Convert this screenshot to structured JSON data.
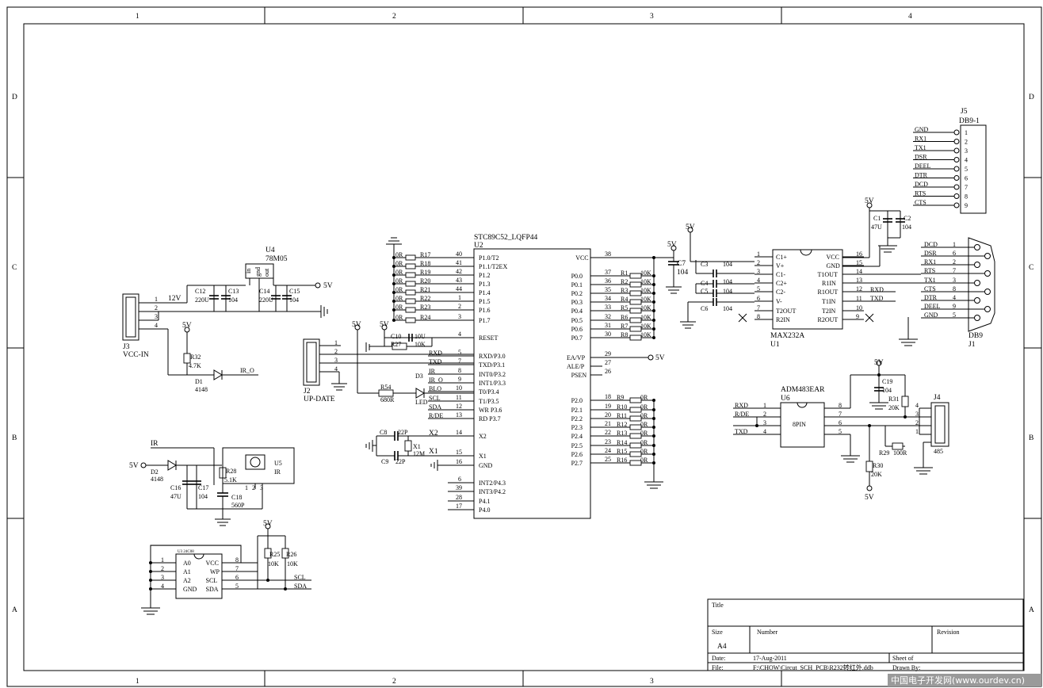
{
  "frame": {
    "columns": [
      "1",
      "2",
      "3",
      "4"
    ],
    "rows": [
      "D",
      "C",
      "B",
      "A"
    ]
  },
  "title_block": {
    "title_label": "Title",
    "size_label": "Size",
    "size_value": "A4",
    "number_label": "Number",
    "revision_label": "Revision",
    "date_label": "Date:",
    "date_value": "17-Aug-2011",
    "sheet_label": "Sheet   of",
    "file_label": "File:",
    "file_value": "F:\\CHOW\\Circut_SCH_PCB\\R232转红外.ddb",
    "drawn_label": "Drawn By:"
  },
  "watermark": "中国电子开发网(www.ourdev.cn)",
  "mcu": {
    "ref": "U2",
    "part": "STC89C52_LQFP44",
    "left_pins": [
      {
        "num": "40",
        "name": "P1.0/T2"
      },
      {
        "num": "41",
        "name": "P1.1/T2EX"
      },
      {
        "num": "42",
        "name": "P1.2"
      },
      {
        "num": "43",
        "name": "P1.3"
      },
      {
        "num": "44",
        "name": "P1.4"
      },
      {
        "num": "1",
        "name": "P1.5"
      },
      {
        "num": "2",
        "name": "P1.6"
      },
      {
        "num": "3",
        "name": "P1.7"
      },
      {
        "num": "4",
        "name": "RESET"
      },
      {
        "num": "5",
        "name": "RXD/P3.0"
      },
      {
        "num": "7",
        "name": "TXD/P3.1"
      },
      {
        "num": "8",
        "name": "INT0/P3.2"
      },
      {
        "num": "9",
        "name": "INT1/P3.3"
      },
      {
        "num": "10",
        "name": "T0/P3.4"
      },
      {
        "num": "11",
        "name": "T1/P3.5"
      },
      {
        "num": "12",
        "name": "WR P3.6"
      },
      {
        "num": "13",
        "name": "RD P3.7"
      },
      {
        "num": "14",
        "name": "X2"
      },
      {
        "num": "15",
        "name": "X1"
      },
      {
        "num": "16",
        "name": "GND"
      },
      {
        "num": "6",
        "name": "INT2/P4.3"
      },
      {
        "num": "39",
        "name": "INT3/P4.2"
      },
      {
        "num": "28",
        "name": "P4.1"
      },
      {
        "num": "17",
        "name": "P4.0"
      }
    ],
    "right_pins": [
      {
        "num": "38",
        "name": "VCC"
      },
      {
        "num": "37",
        "name": "P0.0"
      },
      {
        "num": "36",
        "name": "P0.1"
      },
      {
        "num": "35",
        "name": "P0.2"
      },
      {
        "num": "34",
        "name": "P0.3"
      },
      {
        "num": "33",
        "name": "P0.4"
      },
      {
        "num": "32",
        "name": "P0.5"
      },
      {
        "num": "31",
        "name": "P0.6"
      },
      {
        "num": "30",
        "name": "P0.7"
      },
      {
        "num": "29",
        "name": "EA/VP"
      },
      {
        "num": "27",
        "name": "ALE/P"
      },
      {
        "num": "26",
        "name": "PSEN"
      },
      {
        "num": "18",
        "name": "P2.0"
      },
      {
        "num": "19",
        "name": "P2.1"
      },
      {
        "num": "20",
        "name": "P2.2"
      },
      {
        "num": "21",
        "name": "P2.3"
      },
      {
        "num": "22",
        "name": "P2.4"
      },
      {
        "num": "23",
        "name": "P2.5"
      },
      {
        "num": "24",
        "name": "P2.6"
      },
      {
        "num": "25",
        "name": "P2.7"
      }
    ],
    "p1_resistors": [
      {
        "ref": "R17",
        "val": "0R"
      },
      {
        "ref": "R18",
        "val": "0R"
      },
      {
        "ref": "R19",
        "val": "0R"
      },
      {
        "ref": "R20",
        "val": "0R"
      },
      {
        "ref": "R21",
        "val": "0R"
      },
      {
        "ref": "R22",
        "val": "0R"
      },
      {
        "ref": "R23",
        "val": "0R"
      },
      {
        "ref": "R24",
        "val": "0R"
      }
    ],
    "p0_resistors": [
      {
        "ref": "R1",
        "val": "10K"
      },
      {
        "ref": "R2",
        "val": "10K"
      },
      {
        "ref": "R3",
        "val": "10K"
      },
      {
        "ref": "R4",
        "val": "10K"
      },
      {
        "ref": "R5",
        "val": "10K"
      },
      {
        "ref": "R6",
        "val": "10K"
      },
      {
        "ref": "R7",
        "val": "10K"
      },
      {
        "ref": "R8",
        "val": "10K"
      }
    ],
    "p2_resistors": [
      {
        "ref": "R9",
        "val": "0R"
      },
      {
        "ref": "R10",
        "val": "0R"
      },
      {
        "ref": "R11",
        "val": "0R"
      },
      {
        "ref": "R12",
        "val": "0R"
      },
      {
        "ref": "R13",
        "val": "0R"
      },
      {
        "ref": "R14",
        "val": "0R"
      },
      {
        "ref": "R15",
        "val": "0R"
      },
      {
        "ref": "R16",
        "val": "0R"
      }
    ],
    "p3_nets": [
      "RXD",
      "TXD",
      "IR",
      "IR_O",
      "BLO",
      "SCL",
      "SDA",
      "R/DE"
    ],
    "vcc_label": "5V",
    "c7": {
      "ref": "C7",
      "val": "104"
    },
    "ea_5v": "5V",
    "x2_label": "X2",
    "x1_label": "X1"
  },
  "reset": {
    "c10_ref": "C10",
    "c10_val": "10U",
    "r27_ref": "R27",
    "r27_val": "10K",
    "v1": "5V",
    "v2": "5V"
  },
  "led": {
    "d3_ref": "D3",
    "d3_val": "LED",
    "r54_ref": "R54",
    "r54_val": "680R"
  },
  "crystal": {
    "c8_ref": "C8",
    "c8_val": "22P",
    "c9_ref": "C9",
    "c9_val": "22P",
    "x_ref": "X1",
    "x_val": "12M"
  },
  "j2": {
    "ref": "J2",
    "name": "UP-DATE",
    "pins": [
      "1",
      "2",
      "3",
      "4"
    ]
  },
  "power": {
    "u4_ref": "U4",
    "u4_val": "78M05",
    "u4_pins": [
      "in",
      "gnd",
      "out"
    ],
    "c12_ref": "C12",
    "c12_val": "220U",
    "c13_ref": "C13",
    "c13_val": "104",
    "c14_ref": "C14",
    "c14_val": "220U",
    "c15_ref": "C15",
    "c15_val": "104",
    "v12": "12V",
    "v5": "5V",
    "j3_ref": "J3",
    "j3_name": "VCC-IN",
    "j3_pins": [
      "1",
      "2",
      "3",
      "4"
    ],
    "r32_ref": "R32",
    "r32_val": "4.7K",
    "d1_ref": "D1",
    "d1_val": "4148",
    "ir_o": "IR_O",
    "v5b": "5V"
  },
  "ir_rx": {
    "ir": "IR",
    "v5": "5V",
    "d2_ref": "D2",
    "d2_val": "4148",
    "c16_ref": "C16",
    "c16_val": "47U",
    "c17_ref": "C17",
    "c17_val": "104",
    "r28_ref": "R28",
    "r28_val": "5.1K",
    "c18_ref": "C18",
    "c18_val": "560P",
    "u5_ref": "U5",
    "u5_val": "IR",
    "u5_pins": [
      "1",
      "2",
      "3"
    ]
  },
  "eeprom": {
    "ref": "U3  24C08",
    "v5": "5V",
    "left": [
      {
        "num": "1",
        "name": "A0"
      },
      {
        "num": "2",
        "name": "A1"
      },
      {
        "num": "3",
        "name": "A2"
      },
      {
        "num": "4",
        "name": "GND"
      }
    ],
    "right": [
      {
        "num": "8",
        "name": "VCC"
      },
      {
        "num": "7",
        "name": "WP"
      },
      {
        "num": "6",
        "name": "SCL"
      },
      {
        "num": "5",
        "name": "SDA"
      }
    ],
    "r25_ref": "R25",
    "r25_val": "10K",
    "r26_ref": "R26",
    "r26_val": "10K",
    "scl": "SCL",
    "sda": "SDA"
  },
  "max232": {
    "ref": "U1",
    "part": "MAX232A",
    "left": [
      {
        "num": "1",
        "name": "C1+"
      },
      {
        "num": "2",
        "name": "V+"
      },
      {
        "num": "3",
        "name": "C1-"
      },
      {
        "num": "4",
        "name": "C2+"
      },
      {
        "num": "5",
        "name": "C2-"
      },
      {
        "num": "6",
        "name": "V-"
      },
      {
        "num": "7",
        "name": "T2OUT"
      },
      {
        "num": "8",
        "name": "R2IN"
      }
    ],
    "right": [
      {
        "num": "16",
        "name": "VCC"
      },
      {
        "num": "15",
        "name": "GND"
      },
      {
        "num": "14",
        "name": "T1OUT"
      },
      {
        "num": "13",
        "name": "R1IN"
      },
      {
        "num": "12",
        "name": "R1OUT"
      },
      {
        "num": "11",
        "name": "T1IN"
      },
      {
        "num": "10",
        "name": "T2IN"
      },
      {
        "num": "9",
        "name": "R2OUT"
      }
    ],
    "c3_ref": "C3",
    "c3_val": "104",
    "c4_ref": "C4",
    "c4_val": "104",
    "c5_ref": "C5",
    "c5_val": "104",
    "c6_ref": "C6",
    "c6_val": "104",
    "c1_ref": "C1",
    "c1_val": "47U",
    "c2_ref": "C2",
    "c2_val": "104",
    "v5a": "5V",
    "v5b": "5V",
    "rxd": "RXD",
    "txd": "TXD"
  },
  "db9_j1": {
    "ref": "J1",
    "part": "DB9",
    "rows": [
      {
        "net": "DCD",
        "pin": "1"
      },
      {
        "net": "DSR",
        "pin": "6"
      },
      {
        "net": "RX1",
        "pin": "2"
      },
      {
        "net": "RTS",
        "pin": "7"
      },
      {
        "net": "TX1",
        "pin": "3"
      },
      {
        "net": "CTS",
        "pin": "8"
      },
      {
        "net": "DTR",
        "pin": "4"
      },
      {
        "net": "DEEL",
        "pin": "9"
      },
      {
        "net": "GND",
        "pin": "5"
      }
    ]
  },
  "db9_j5": {
    "ref": "J5",
    "part": "DB9-1",
    "rows": [
      {
        "net": "GND",
        "pin": "1"
      },
      {
        "net": "RX1",
        "pin": "2"
      },
      {
        "net": "TX1",
        "pin": "3"
      },
      {
        "net": "DSR",
        "pin": "4"
      },
      {
        "net": "DEEL",
        "pin": "5"
      },
      {
        "net": "DTR",
        "pin": "6"
      },
      {
        "net": "DCD",
        "pin": "7"
      },
      {
        "net": "RTS",
        "pin": "8"
      },
      {
        "net": "CTS",
        "pin": "9"
      }
    ]
  },
  "rs485": {
    "ref": "U6",
    "part": "ADM483EAR",
    "body": "8PIN",
    "left": [
      {
        "num": "1",
        "net": "RXD"
      },
      {
        "num": "2",
        "net": "R/DE"
      },
      {
        "num": "3",
        "net": ""
      },
      {
        "num": "4",
        "net": "TXD"
      }
    ],
    "right": [
      "8",
      "7",
      "6",
      "5"
    ],
    "c19_ref": "C19",
    "c19_val": "104",
    "r31_ref": "R31",
    "r31_val": "20K",
    "r29_ref": "R29",
    "r29_val": "100R",
    "r30_ref": "R30",
    "r30_val": "20K",
    "v5a": "5V",
    "v5b": "5V",
    "j4_ref": "J4",
    "j4_val": "485",
    "j4_pins": [
      "4",
      "3",
      "2",
      "1"
    ]
  }
}
